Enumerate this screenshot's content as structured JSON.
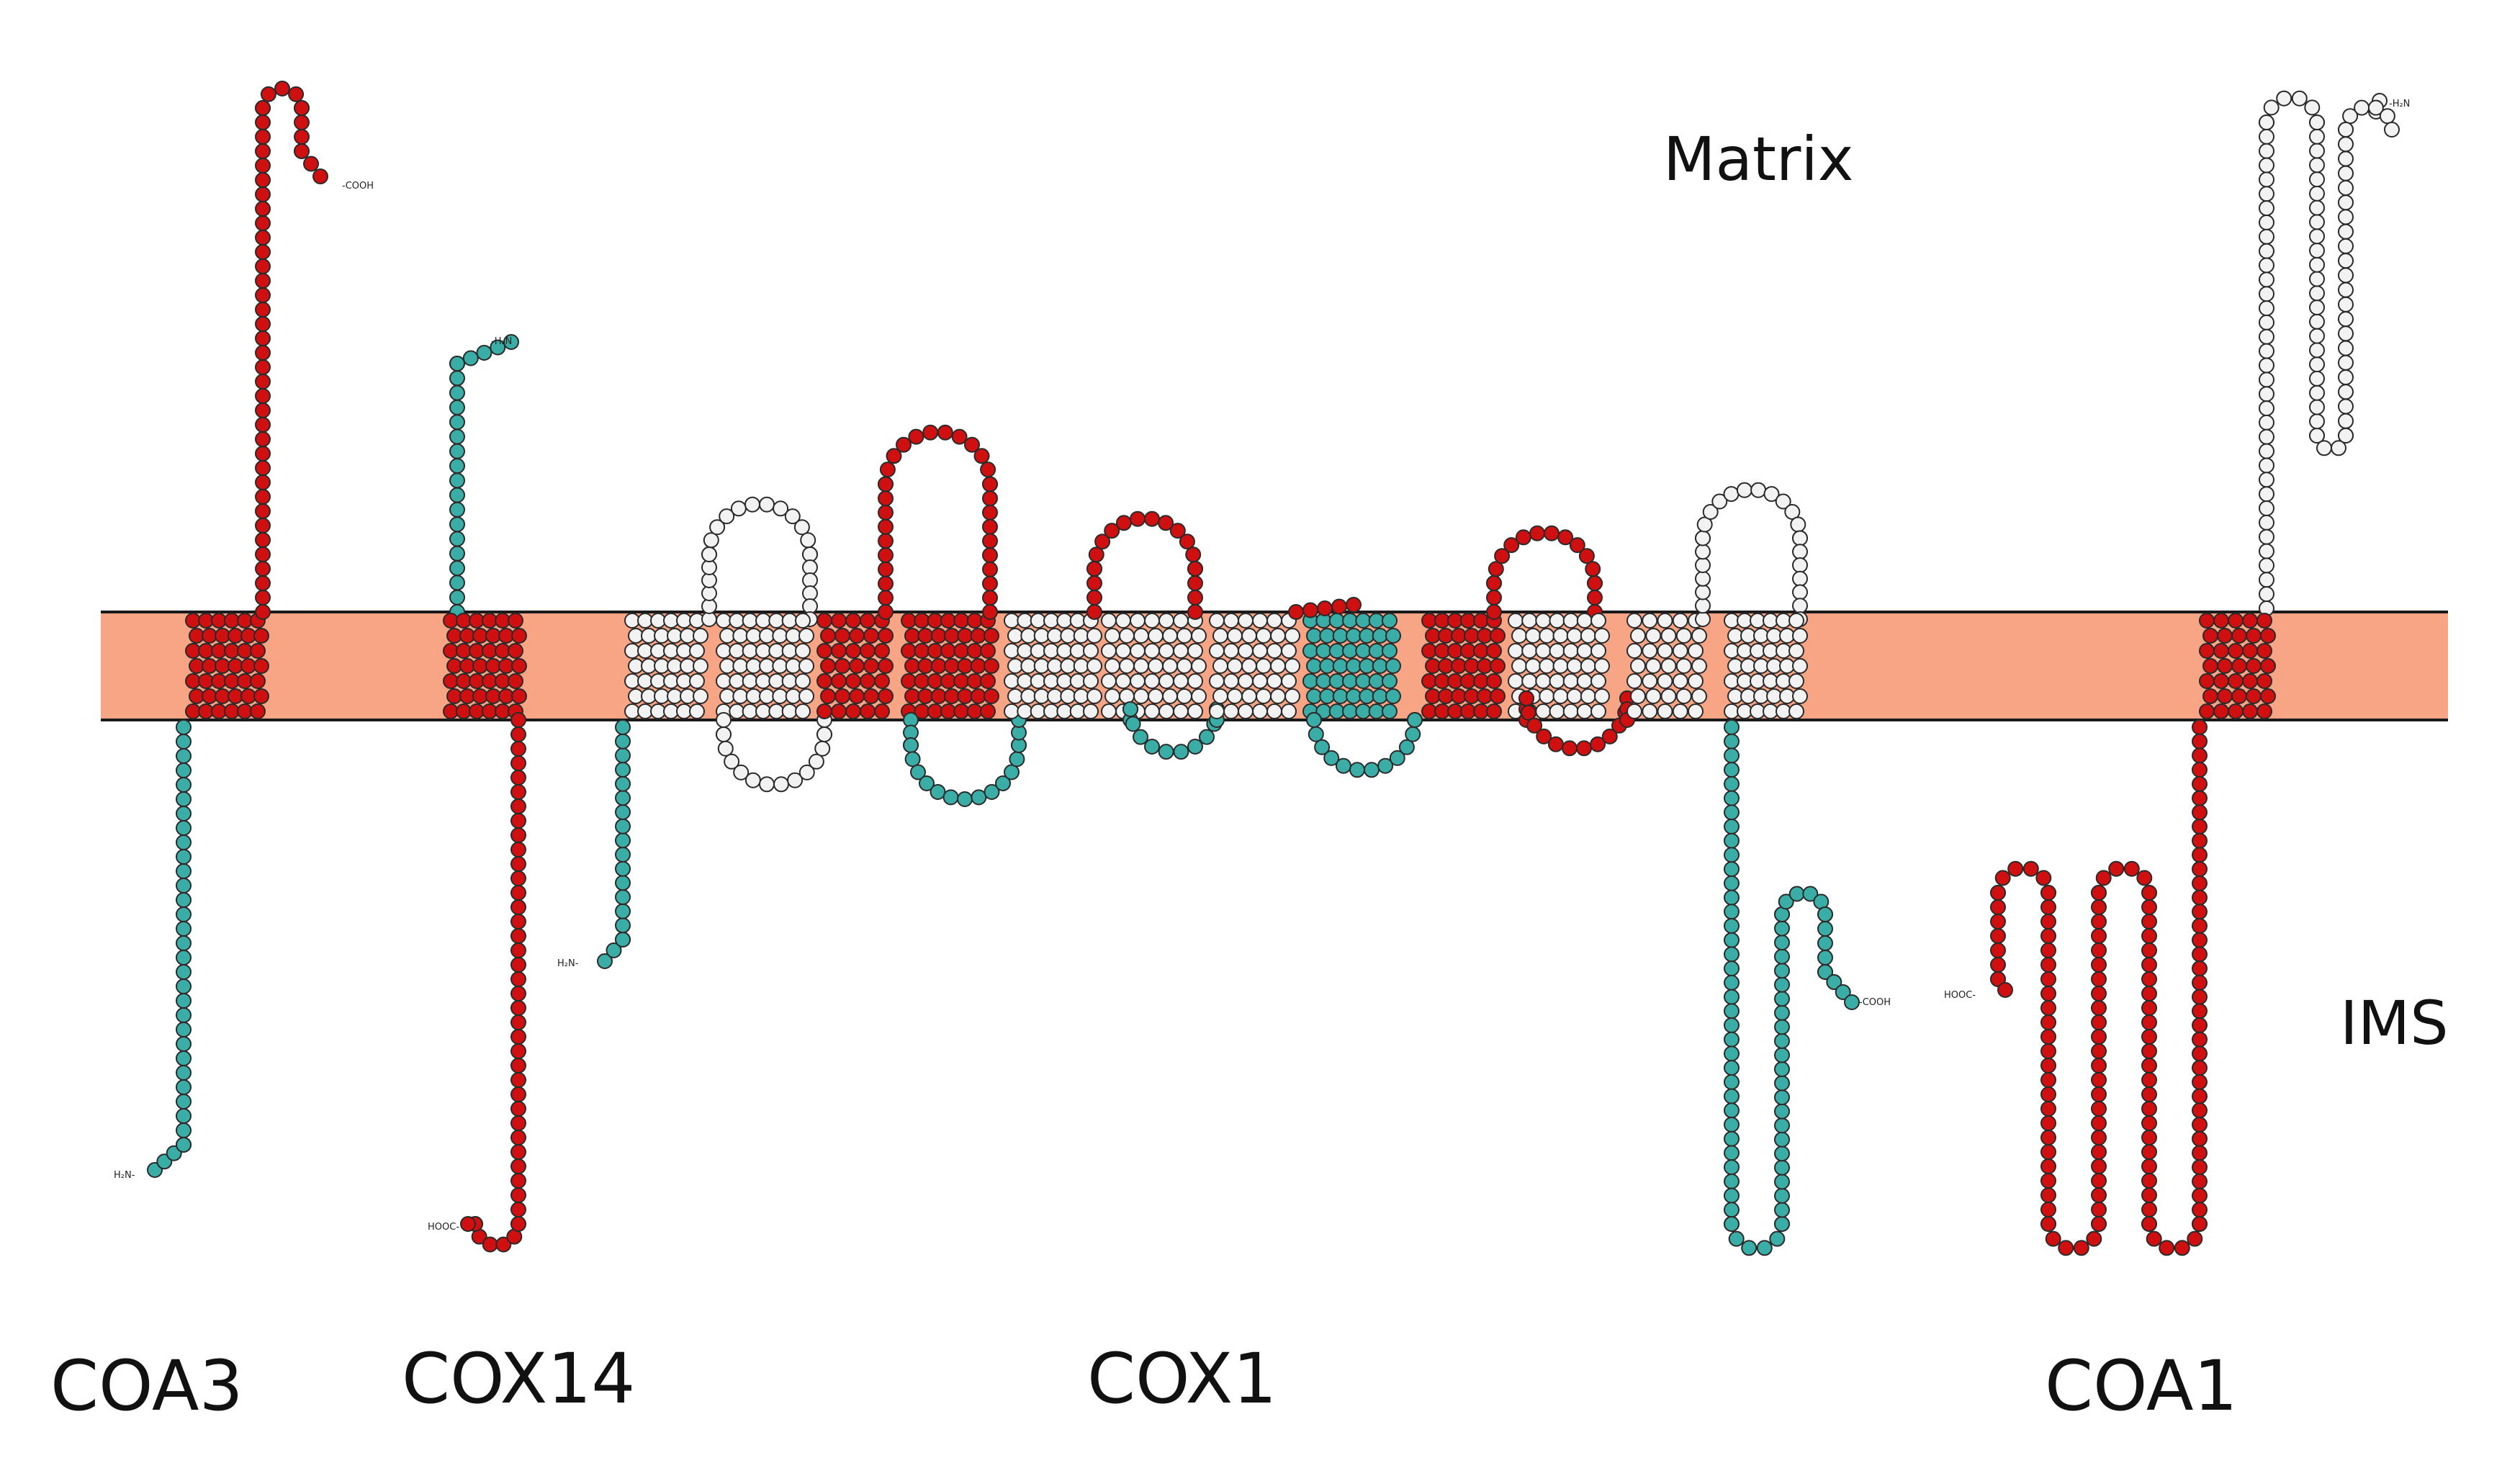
{
  "compartments": {
    "matrix": "Matrix",
    "ims": "IMS"
  },
  "proteins": {
    "coa3": "COA3",
    "cox14": "COX14",
    "cox1": "COX1",
    "coa1": "COA1"
  },
  "termini": {
    "coa3_n": "H₂N-",
    "coa3_c": "-COOH",
    "cox14_n": "-H₂N",
    "cox14_c": "HOOC-",
    "cox1_n": "H₂N-",
    "cox1_c": "-COOH",
    "coa1_n": "-H₂N",
    "coa1_c": "HOOC-"
  },
  "colors": {
    "membrane": "#f7a585",
    "membrane_edge": "#1a1a1a",
    "residue_red": "#d01010",
    "residue_teal": "#3aaea6",
    "residue_white": "#f2f2f2",
    "residue_outline": "#2a2a2a"
  }
}
